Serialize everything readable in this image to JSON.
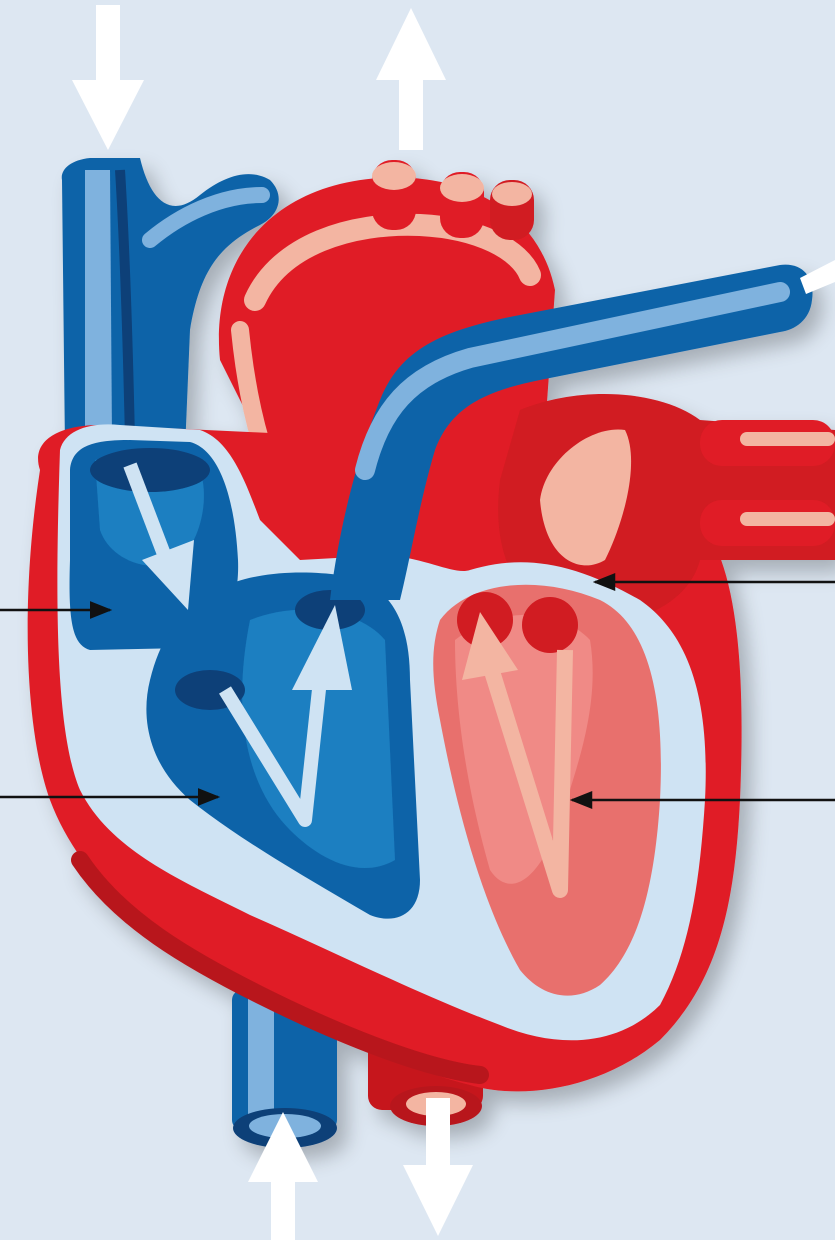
{
  "diagram": {
    "subject": "heart",
    "colors": {
      "background": "#dde7f2",
      "oxygenated_red": "#e01f26",
      "red_dark": "#b8141b",
      "red_light": "#f3b5a2",
      "ventricle_pink": "#e8706d",
      "deoxygenated_blue": "#1064a8",
      "blue_dark": "#0a3f78",
      "blue_mid": "#1a7fc1",
      "blue_light": "#7fb2de",
      "septum_pale": "#cfe3f3",
      "flow_arrow": "#ffffff",
      "label_line": "#111111"
    },
    "flow_arrows": [
      {
        "id": "into-superior-vena-cava",
        "direction": "down"
      },
      {
        "id": "out-of-aorta",
        "direction": "up"
      },
      {
        "id": "out-pulmonary-artery-right",
        "direction": "right"
      },
      {
        "id": "into-inferior-vena-cava",
        "direction": "up"
      },
      {
        "id": "out-descending-aorta",
        "direction": "down"
      }
    ],
    "pointer_lines": [
      {
        "id": "right-atrium-pointer",
        "side": "left"
      },
      {
        "id": "right-ventricle-pointer",
        "side": "left"
      },
      {
        "id": "left-atrium-pointer",
        "side": "right"
      },
      {
        "id": "left-ventricle-pointer",
        "side": "right"
      }
    ]
  }
}
